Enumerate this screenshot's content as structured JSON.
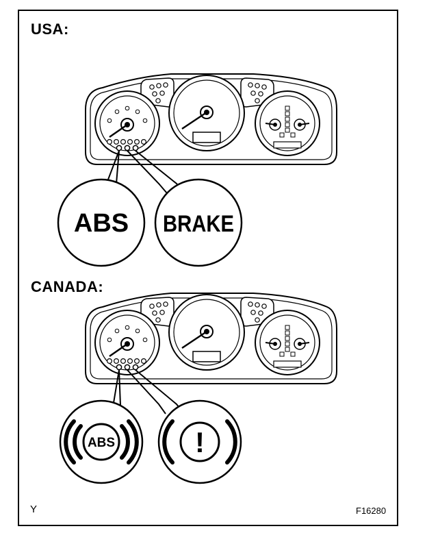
{
  "sections": {
    "usa": {
      "title": "USA:",
      "callouts": [
        "ABS",
        "BRAKE"
      ]
    },
    "canada": {
      "title": "CANADA:",
      "callouts": [
        "ABS",
        "!"
      ]
    }
  },
  "footer": {
    "left_code": "Y",
    "figure_id": "F16280"
  }
}
